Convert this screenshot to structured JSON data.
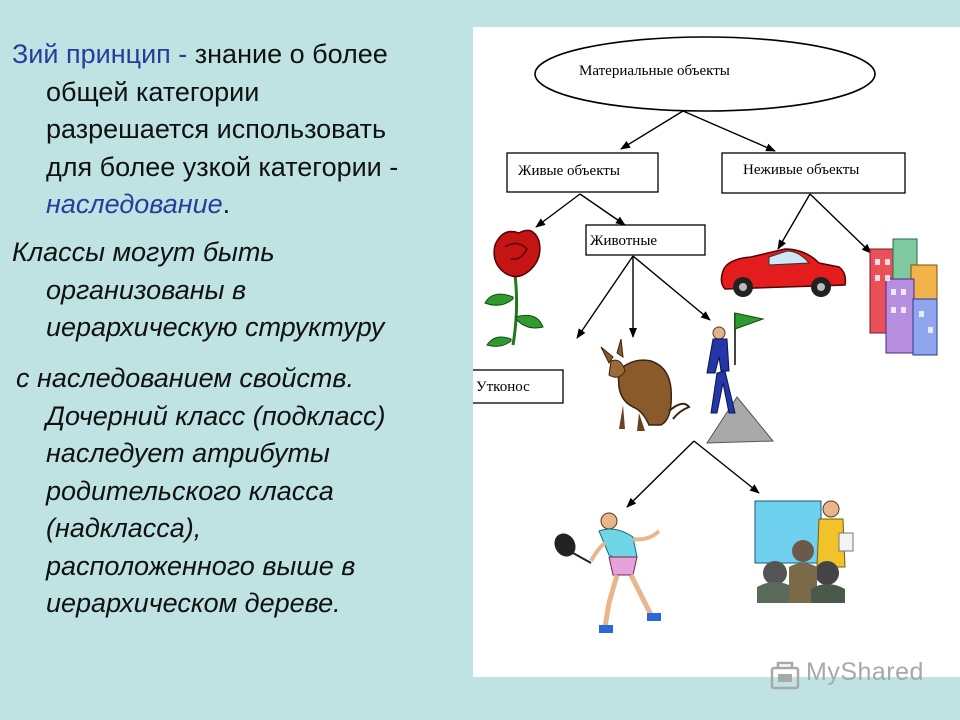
{
  "text": {
    "p1": {
      "line1_blue": "Зий принцип - ",
      "line1_rest": "знание о более",
      "line2": "общей категории",
      "line3": "разрешается использовать",
      "line4": "для более узкой категории -",
      "line5_blue": "наследование",
      "line5_end": "."
    },
    "p2": {
      "line1": "Классы могут быть",
      "line2": "организованы в",
      "line3": "иерархическую структуру"
    },
    "p3": {
      "line1": "с наследованием свойств.",
      "line2": "Дочерний класс (подкласс)",
      "line3": "наследует атрибуты",
      "line4": "родительского класса",
      "line5": "(надкласса),",
      "line6": "расположенного выше в",
      "line7": "иерархическом дереве."
    }
  },
  "diagram": {
    "root": "Материальные объекты",
    "living": "Живые объекты",
    "nonliving": "Неживые объекты",
    "animals": "Животные",
    "platypus": "Утконос"
  },
  "watermark": {
    "text": "MyShared"
  },
  "colors": {
    "background": "#bfe3e3",
    "accent_blue": "#2a3c9a",
    "panel": "#ffffff"
  }
}
